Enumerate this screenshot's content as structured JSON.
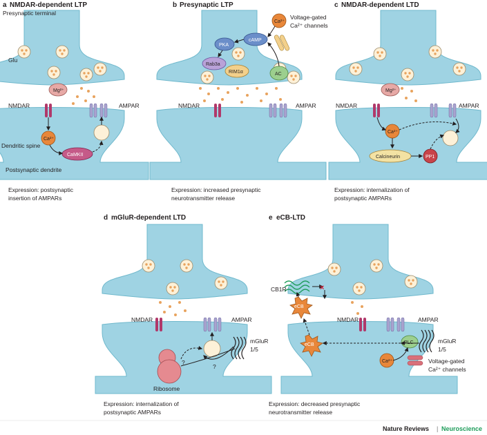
{
  "panels": {
    "a": {
      "letter": "a",
      "title": "NMDAR-dependent LTP",
      "presynaptic_terminal": "Presynaptic terminal",
      "glu": "Glu",
      "mg": "Mg²⁺",
      "ca": "Ca²⁺",
      "camkii": "CaMKII",
      "nmdar": "NMDAR",
      "ampar": "AMPAR",
      "dendritic_spine": "Dendritic spine",
      "postsynaptic_dendrite": "Postsynaptic dendrite",
      "caption_1": "Expression: postsynaptic",
      "caption_2": "insertion of AMPARs"
    },
    "b": {
      "letter": "b",
      "title": "Presynaptic LTP",
      "ca": "Ca²⁺",
      "vgcc_1": "Voltage-gated",
      "vgcc_2": "Ca²⁺ channels",
      "camp": "cAMP",
      "pka": "PKA",
      "rab3a": "Rab3a",
      "rim1": "RIM1α",
      "ac": "AC",
      "nmdar": "NMDAR",
      "ampar": "AMPAR",
      "caption_1": "Expression: increased presynaptic",
      "caption_2": "neurotransmitter release"
    },
    "c": {
      "letter": "c",
      "title": "NMDAR-dependent LTD",
      "mg": "Mg²⁺",
      "ca": "Ca²⁺",
      "calcineurin": "Calcineurin",
      "pp1": "PP1",
      "nmdar": "NMDAR",
      "ampar": "AMPAR",
      "caption_1": "Expression: internalization of",
      "caption_2": "postsynaptic AMPARs"
    },
    "d": {
      "letter": "d",
      "title": "mGluR-dependent LTD",
      "nmdar": "NMDAR",
      "ampar": "AMPAR",
      "mglur_1": "mGluR",
      "mglur_2": "1/5",
      "ribosome": "Ribosome",
      "q1": "?",
      "q2": "?",
      "caption_1": "Expression: internalization of",
      "caption_2": "postsynaptic AMPARs"
    },
    "e": {
      "letter": "e",
      "title": "eCB-LTD",
      "cb1r": "CB1R",
      "ecb_1": "eCB",
      "ecb_2": "eCB",
      "nmdar": "NMDAR",
      "ampar": "AMPAR",
      "mglur_1": "mGluR",
      "mglur_2": "1/5",
      "plc": "PLC",
      "ca": "Ca²⁺",
      "vgcc_1": "Voltage-gated",
      "vgcc_2": "Ca²⁺ channels",
      "caption_1": "Expression: decreased presynaptic",
      "caption_2": "neurotransmitter release"
    }
  },
  "footer": {
    "journal": "Nature Reviews",
    "separator": "|",
    "section": "Neuroscience"
  },
  "colors": {
    "synapse": "#9fd3e3",
    "synapse_edge": "#6fb8cc",
    "vesicle": "#fdf1d8",
    "dot": "#e8a35e",
    "nmdar": "#b0386a",
    "ampar": "#a9a3cf",
    "ca": "#e8873a",
    "section_green": "#1e9c5a"
  }
}
